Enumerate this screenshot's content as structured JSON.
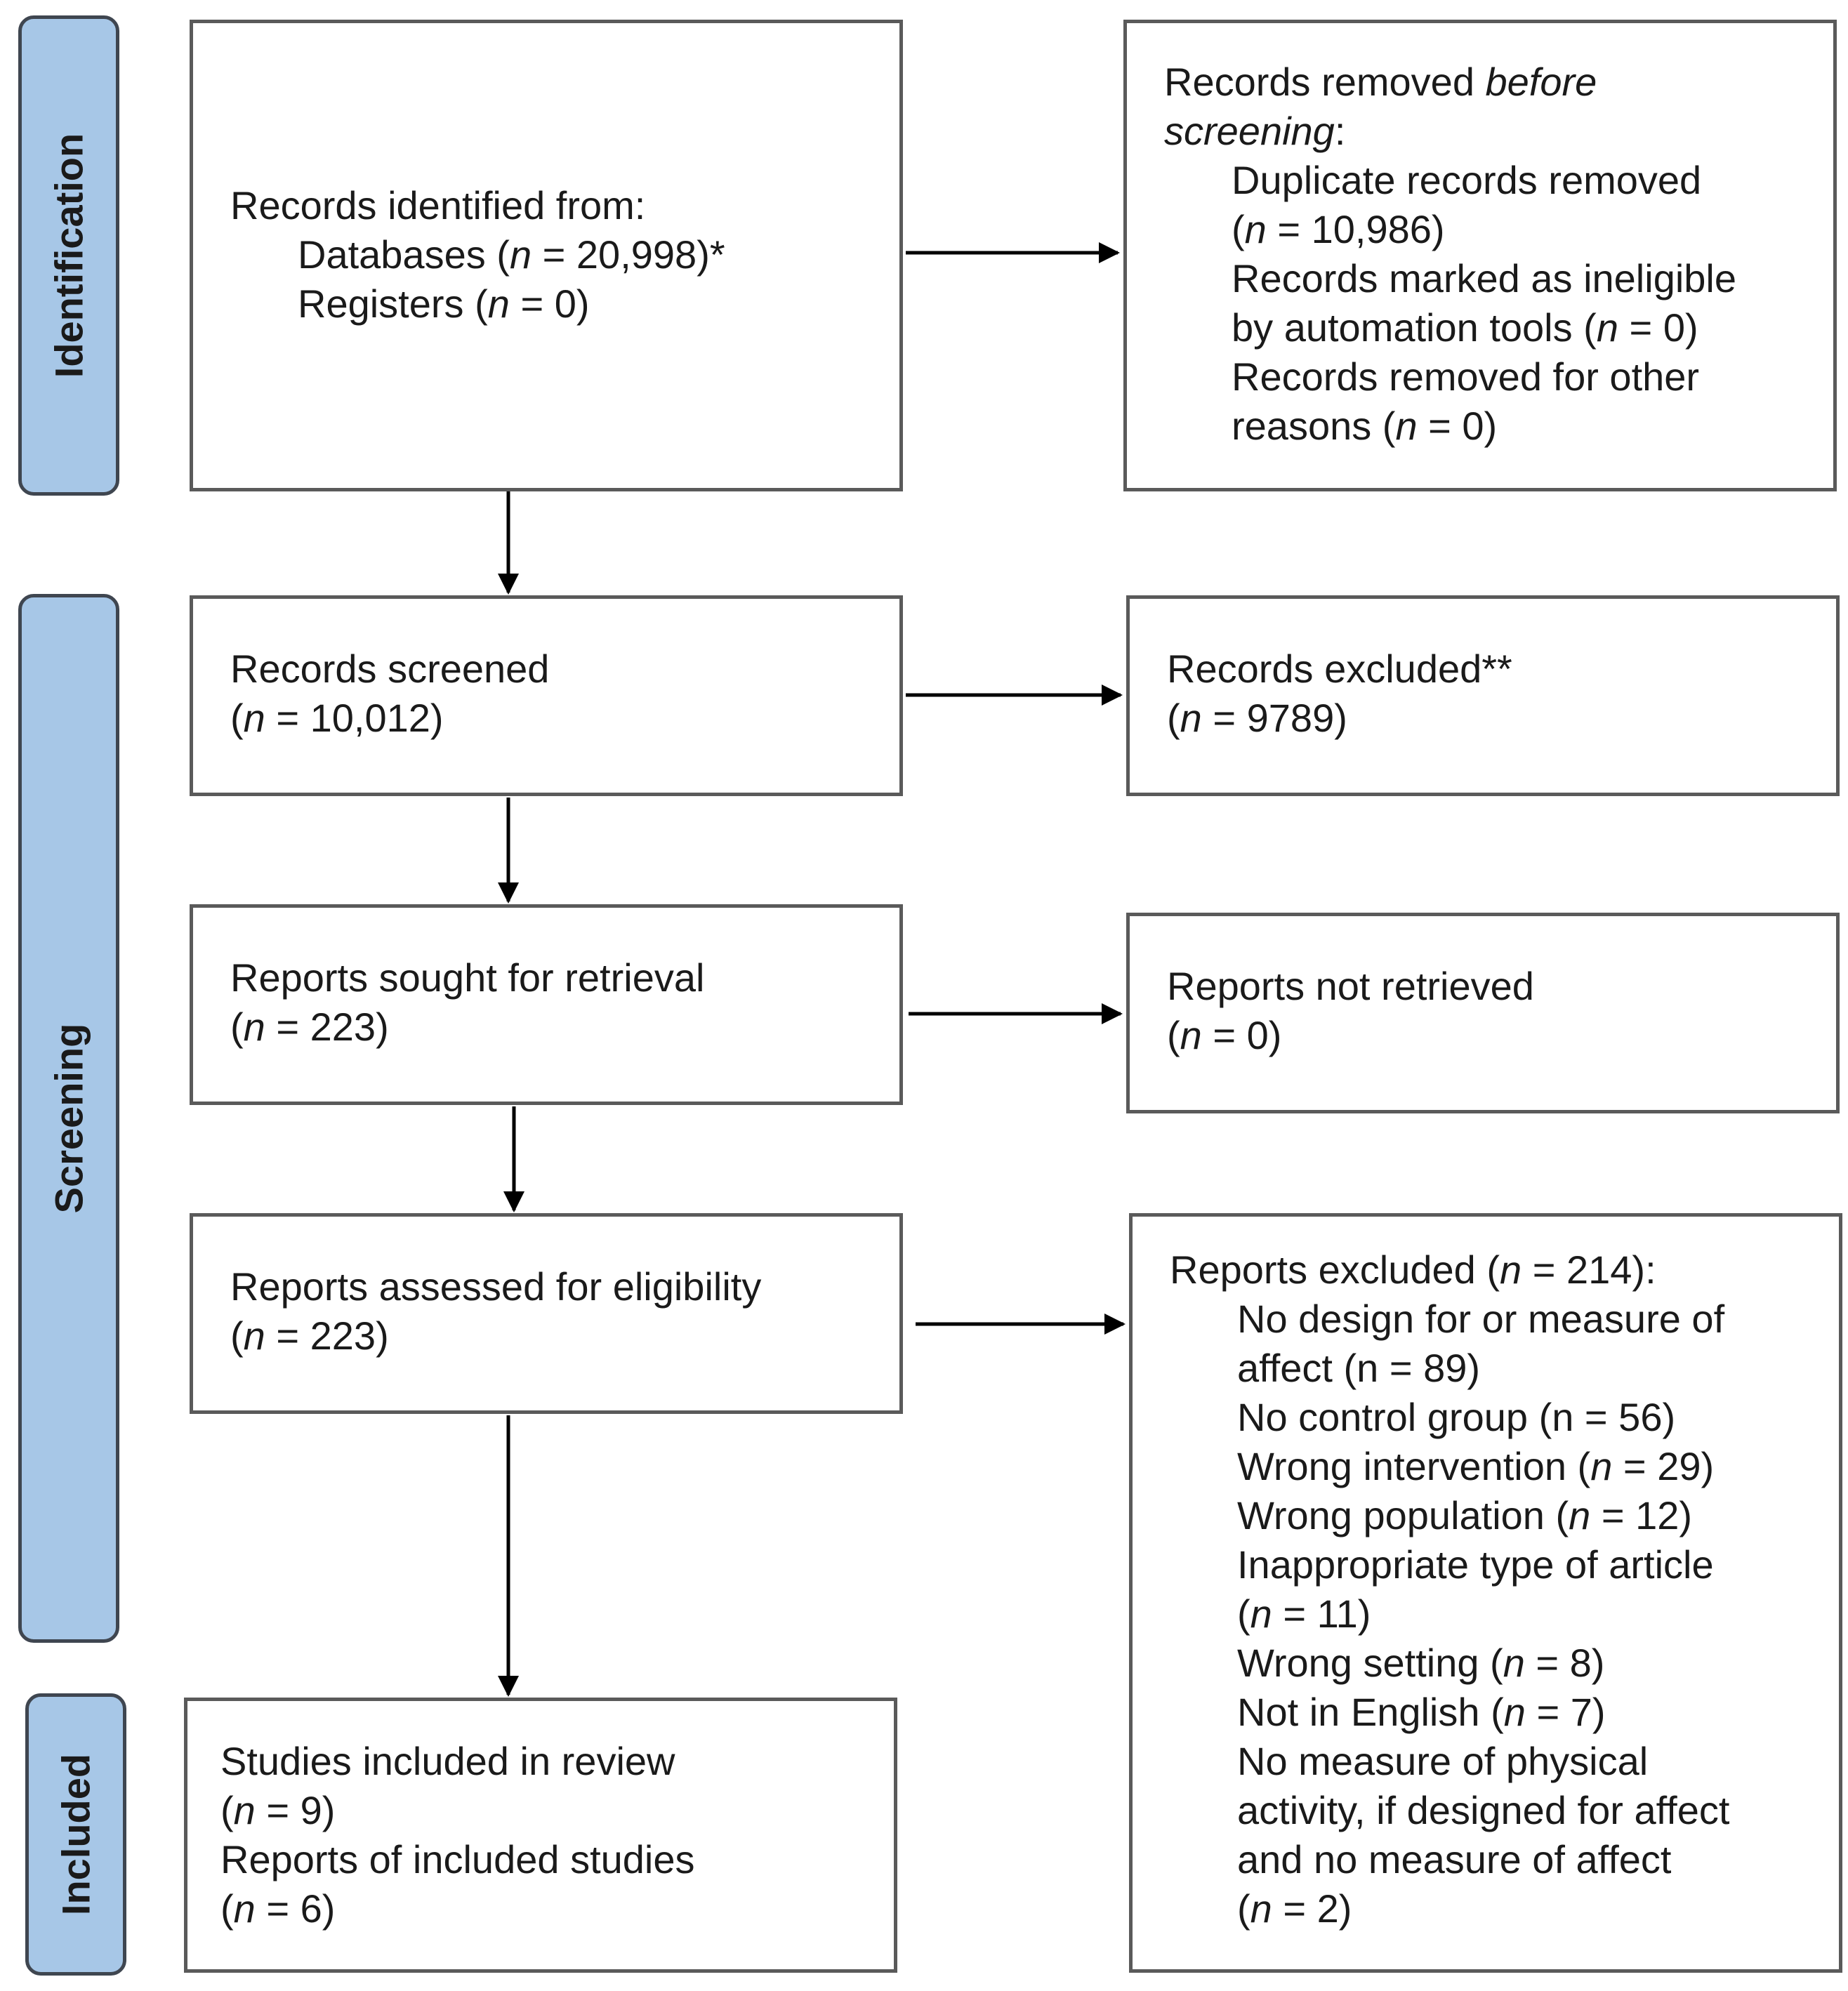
{
  "phases": {
    "identification": "Identification",
    "screening": "Screening",
    "included": "Included"
  },
  "identified": {
    "title": "Records identified from:",
    "databases_pre": "Databases (",
    "n": "n",
    "databases_post": " = 20,998)*",
    "registers_pre": "Registers (",
    "registers_post": " = 0)"
  },
  "removed": {
    "title_pre": "Records removed ",
    "title_em1": "before",
    "title_em2": "screening",
    "title_post": ":",
    "dup": "Duplicate records removed",
    "dup_n_pre": "(",
    "dup_n_post": " = 10,986)",
    "auto1": "Records marked as ineligible",
    "auto2_pre": "by automation tools (",
    "auto2_post": " = 0)",
    "other1": "Records removed for other",
    "other2_pre": "reasons (",
    "other2_post": " = 0)"
  },
  "screened": {
    "title": "Records screened",
    "n_pre": "(",
    "n_post": " = 10,012)"
  },
  "excluded": {
    "title": "Records excluded**",
    "n_pre": "(",
    "n_post": " = 9789)"
  },
  "sought": {
    "title": "Reports sought for retrieval",
    "n_pre": "(",
    "n_post": " = 223)"
  },
  "not_retrieved": {
    "title": "Reports not retrieved",
    "n_pre": "(",
    "n_post": " = 0)"
  },
  "assessed": {
    "title": "Reports assessed for eligibility",
    "n_pre": "(",
    "n_post": " = 223)"
  },
  "reports_excluded": {
    "title_pre": "Reports excluded (",
    "title_post": " = 214):",
    "r1": "No design for or measure of",
    "r2": "affect (n = 89)",
    "r3": "No control group (n = 56)",
    "r4_pre": "Wrong intervention (",
    "r4_post": " = 29)",
    "r5_pre": "Wrong population (",
    "r5_post": " = 12)",
    "r6": "Inappropriate type of article",
    "r7_pre": "(",
    "r7_post": " = 11)",
    "r8_pre": "Wrong setting (",
    "r8_post": " = 8)",
    "r9_pre": "Not in English (",
    "r9_post": " = 7)",
    "r10": "No measure of physical",
    "r11": "activity, if designed for affect",
    "r12": "and no measure of affect",
    "r13_pre": "(",
    "r13_post": " = 2)"
  },
  "included": {
    "studies": "Studies included in review",
    "studies_n_pre": "(",
    "studies_n_post": " = 9)",
    "reports": "Reports of included studies",
    "reports_n_pre": "(",
    "reports_n_post": " = 6)"
  }
}
